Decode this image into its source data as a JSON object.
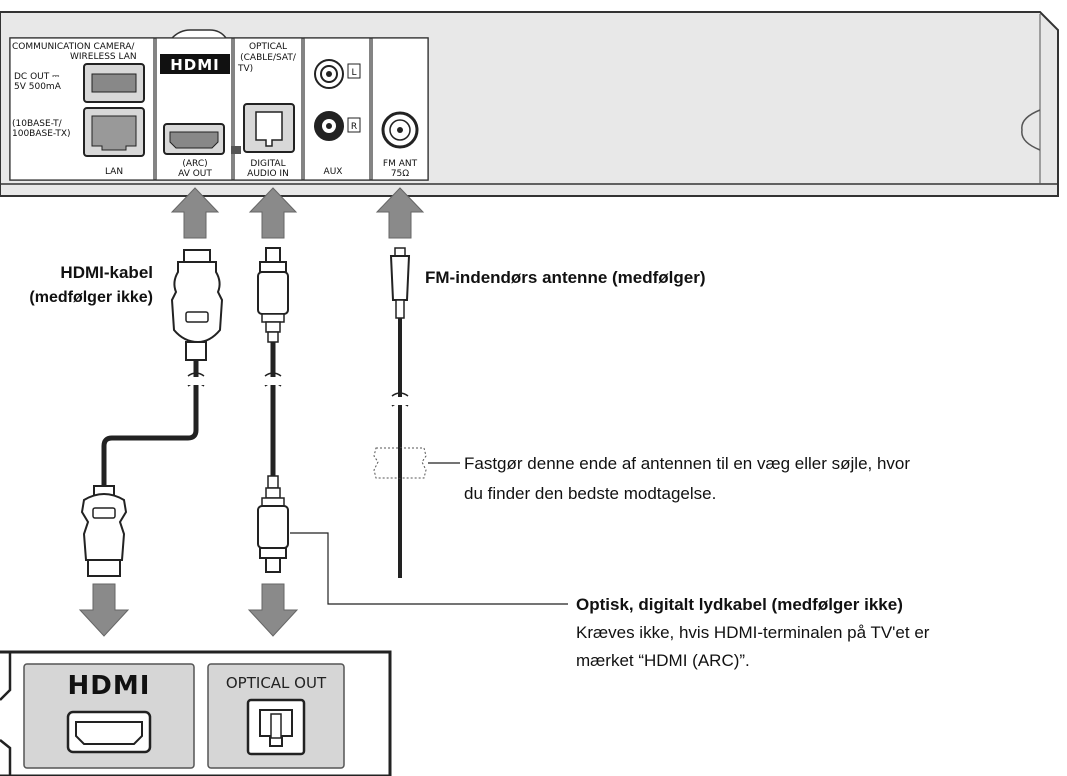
{
  "player_panel": {
    "communication": [
      "COMMUNICATION CAMERA/",
      "WIRELESS LAN"
    ],
    "dc_out": [
      "DC OUT ⎓",
      "5V 500mA"
    ],
    "lan_spec": [
      "(10BASE-T/",
      "100BASE-TX)"
    ],
    "lan": "LAN",
    "hdmi_logo": "HDMI",
    "av_out": [
      "(ARC)",
      "AV OUT"
    ],
    "optical": [
      "OPTICAL",
      "(CABLE/SAT/",
      "TV)"
    ],
    "digital_audio_in": [
      "DIGITAL",
      "AUDIO IN"
    ],
    "aux_l": "L",
    "aux_r": "R",
    "aux": "AUX",
    "fm_ant": [
      "FM ANT",
      "75Ω"
    ]
  },
  "labels": {
    "hdmi_cable": [
      "HDMI-kabel",
      "(medfølger ikke)"
    ],
    "fm_antenna": "FM-indendørs antenne (medfølger)",
    "antenna_note": [
      "Fastgør denne ende af antennen til en væg eller søjle, hvor",
      "du finder den bedste modtagelse."
    ],
    "optical_cable_title": "Optisk, digitalt lydkabel (medfølger ikke)",
    "optical_cable_note": [
      "Kræves ikke, hvis HDMI-terminalen på TV'et er",
      "mærket “HDMI (ARC)”."
    ]
  },
  "tv_panel": {
    "hdmi_logo": "HDMI",
    "optical_out": "OPTICAL OUT"
  }
}
